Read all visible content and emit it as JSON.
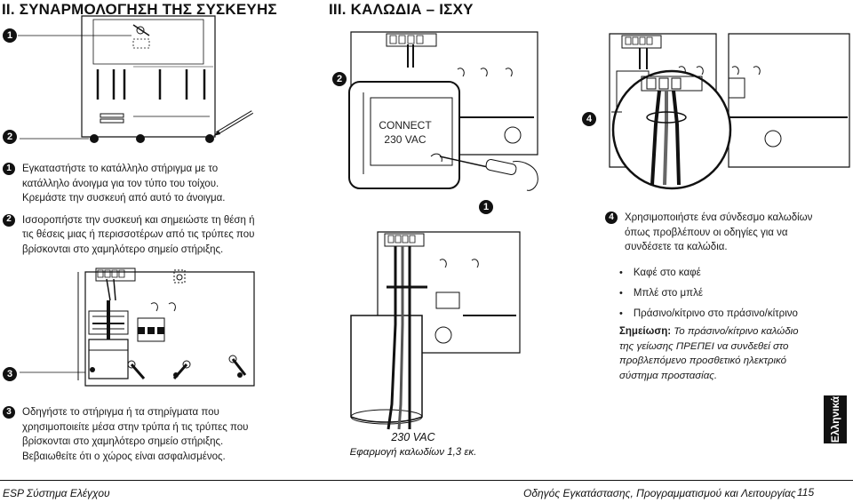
{
  "section_left": {
    "title": "II. ΣΥΝΑΡΜΟΛΟΓΗΣΗ ΤΗΣ ΣΥΣΚΕΥΗΣ"
  },
  "section_right": {
    "title": "III. ΚΑΛΩΔΙΑ – ΙΣΧΥ"
  },
  "markers": {
    "one": "1",
    "two": "2",
    "three": "3",
    "four": "4"
  },
  "steps_left": {
    "step1": "Εγκαταστήστε το κατάλληλο στήριγμα με το κατάλληλο άνοιγμα για τον τύπο του τοίχου. Κρεμάστε την συσκευή από αυτό το άνοιγμα.",
    "step2": "Ισσοροπήστε την συσκευή και σημειώστε τη θέση ή τις θέσεις μιας ή περισσοτέρων από τις τρύπες που βρίσκονται στο χαμηλότερο σημείο στήριξης.",
    "step3": "Οδηγήστε το στήριγμα  ή τα στηρίγματα που χρησιμοποιείτε μέσα στην τρύπα  ή τις τρύπες που βρίσκονται στο χαμηλότερο σημείο στήριξης. Βεβαιωθείτε ότι ο χώρος είναι ασφαλισμένος."
  },
  "connect_box": {
    "line1": "CONNECT",
    "line2": "230 VAC"
  },
  "wiring_caption": {
    "voltage": "230 VAC",
    "subtitle": "Εφαρμογή καλωδίων 1,3 εκ."
  },
  "step4": {
    "text": "Χρησιμοποιήστε ένα σύνδεσμο καλωδίων όπως προβλέπουν οι οδηγίες για να συνδέσετε τα καλώδια.",
    "bullets": [
      "Καφέ στο καφέ",
      "Μπλέ στο μπλέ",
      "Πράσινο/κίτρινο στο πράσινο/κίτρινο"
    ]
  },
  "note": {
    "label": "Σημείωση:",
    "text": " Το πράσινο/κίτρινο καλώδιο της γείωσης ΠΡΕΠΕΙ να συνδεθεί στο προβλεπόμενο προσθετικό ηλεκτρικό σύστημα προστασίας."
  },
  "language_tab": "Ελληνικά",
  "footer": {
    "left": "ESP Σύστημα Ελέγχου",
    "right": "Οδηγός Εγκατάστασης, Προγραμματισμού και Λειτουργίας",
    "page": "115"
  },
  "icons": {
    "pencil": "pencil-icon",
    "screwdriver": "screwdriver-icon",
    "arrow": "curved-arrow-icon"
  }
}
